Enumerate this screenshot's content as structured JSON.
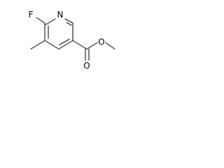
{
  "molecule": {
    "atoms": {
      "fluorine": "F",
      "ring_nitrogen": "N",
      "carbonyl_oxygen": "O",
      "ester_oxygen": "O"
    }
  }
}
